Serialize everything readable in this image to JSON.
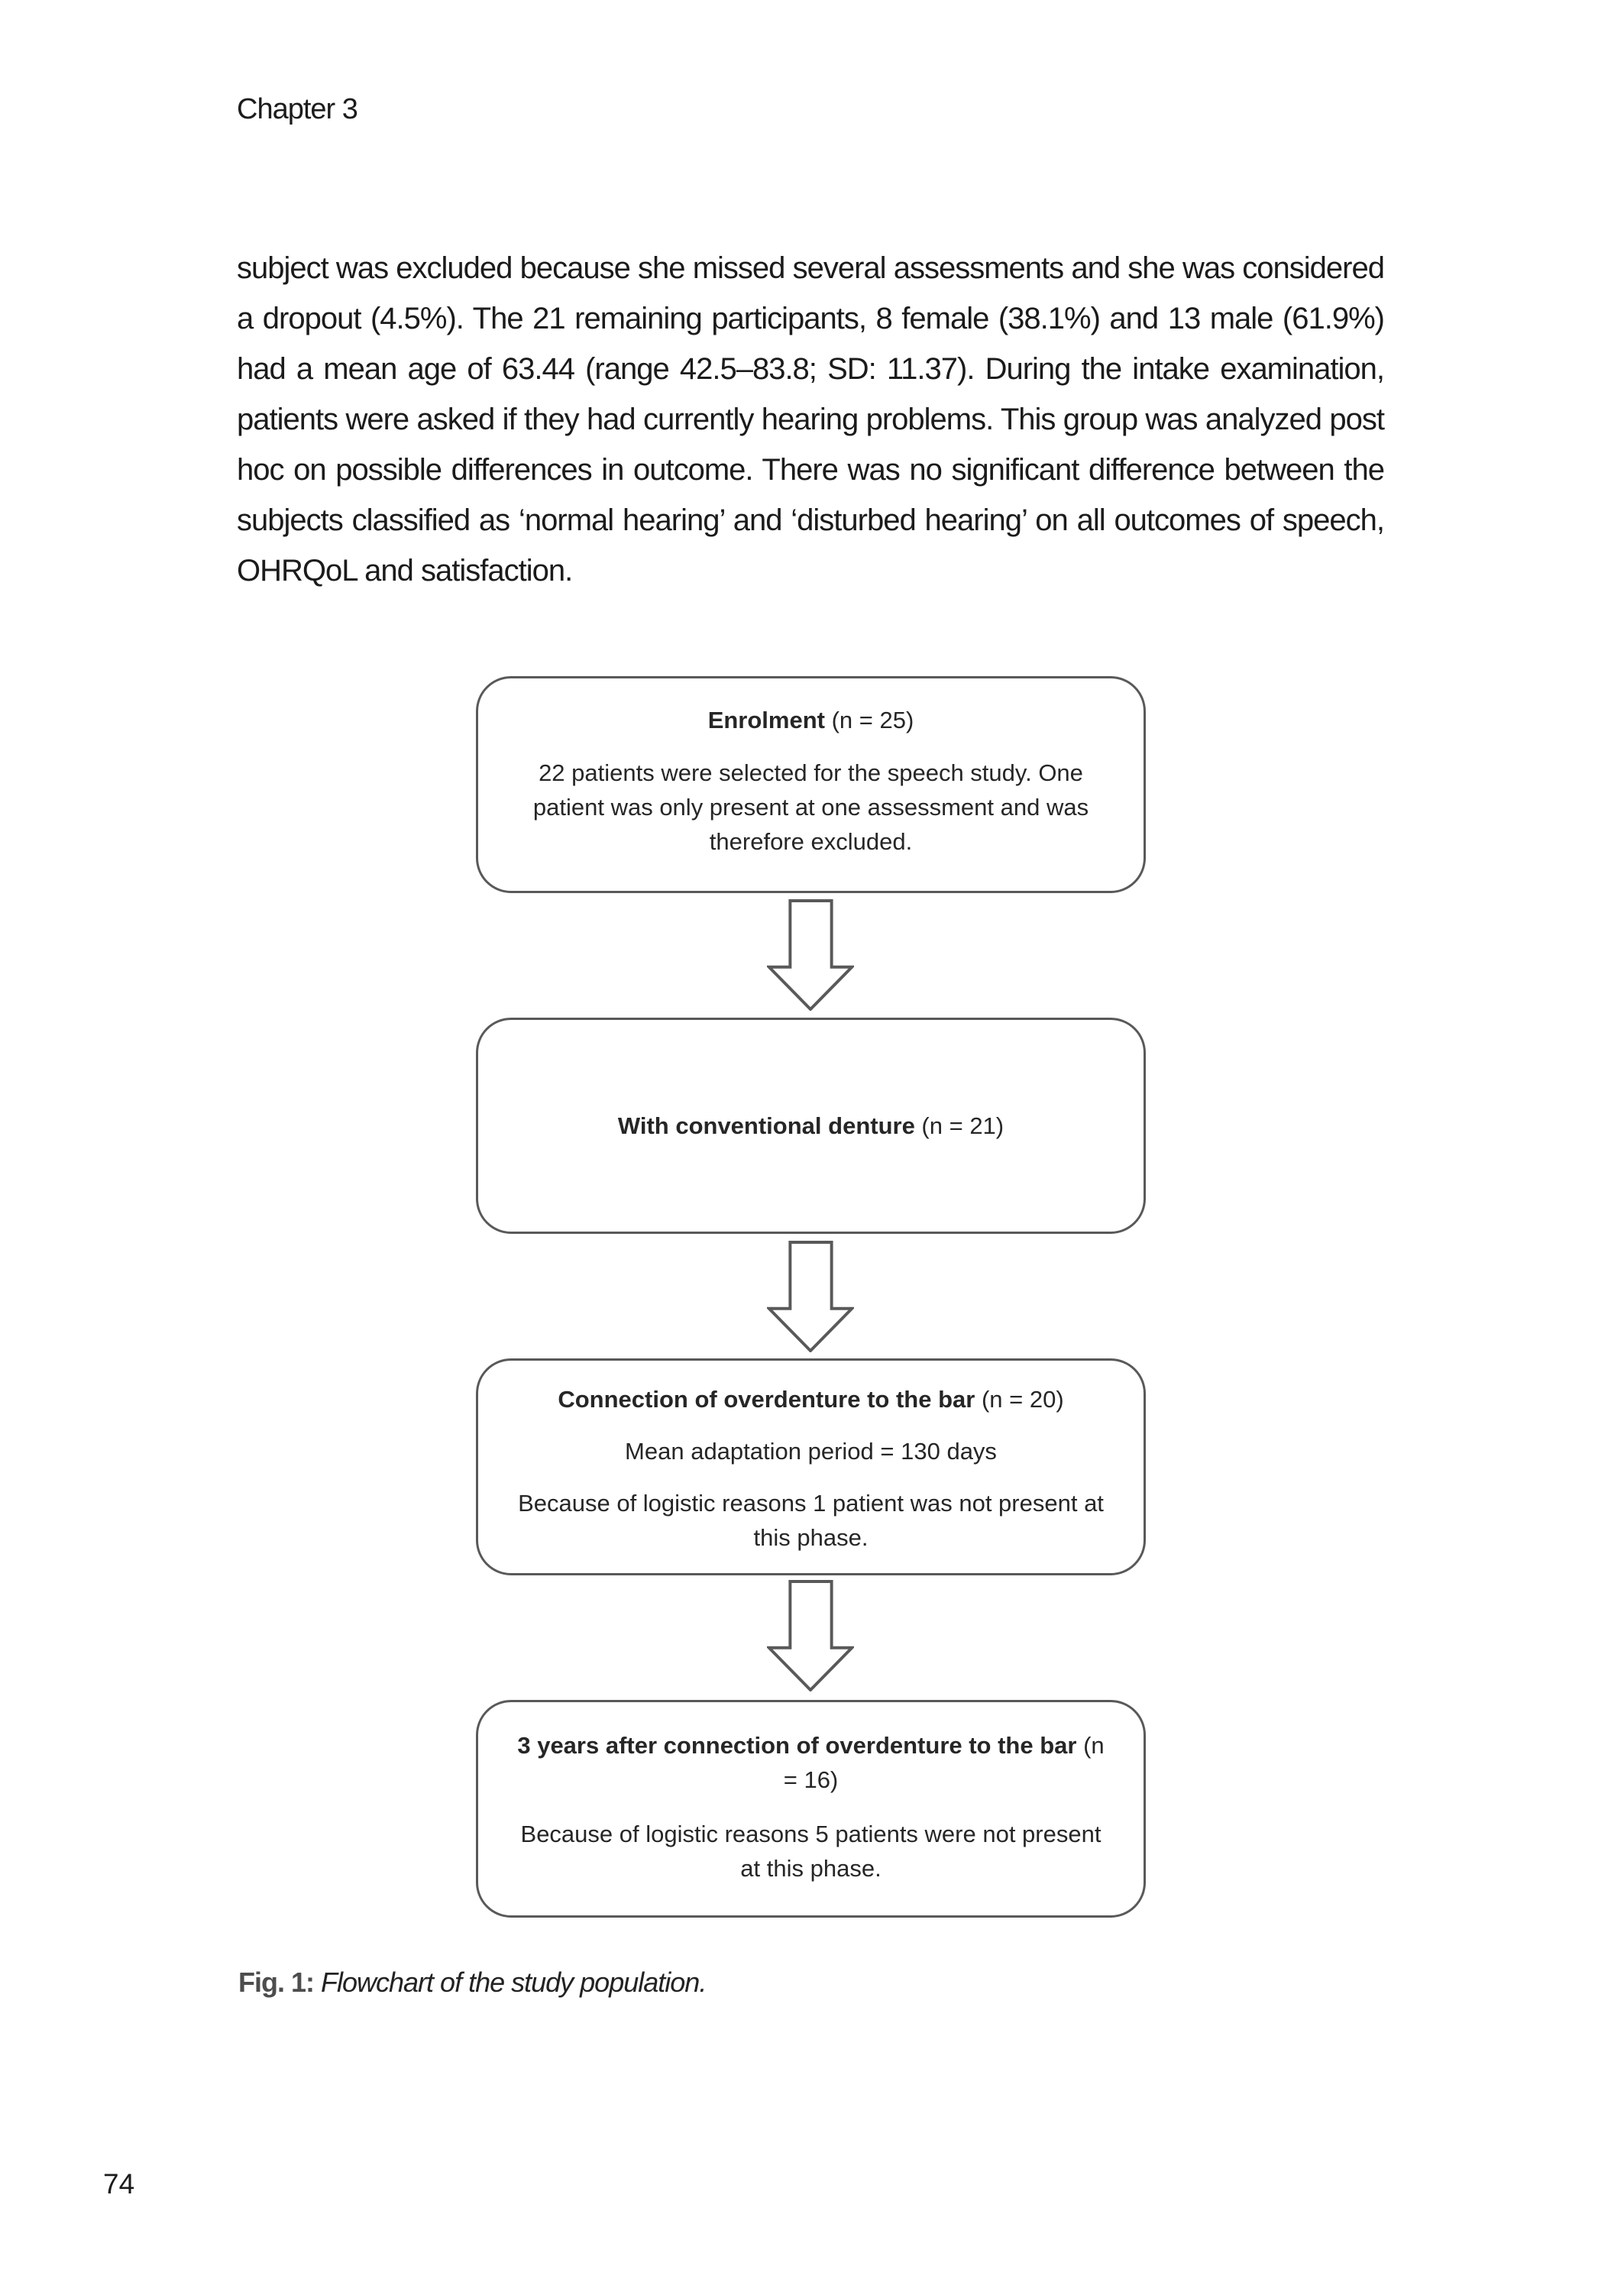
{
  "page": {
    "chapter_header": "Chapter 3",
    "page_number": "74"
  },
  "body_paragraph": "subject was excluded because she missed several assessments and she was considered a dropout (4.5%). The 21 remaining participants, 8 female (38.1%) and 13 male (61.9%) had a mean age of 63.44 (range 42.5–83.8; SD: 11.37). During the intake examination, patients were asked if they had currently hearing problems. This group was analyzed post hoc on possible differences in outcome. There was no significant difference between the subjects classified as ‘normal hearing’ and ‘disturbed hearing’ on all outcomes of speech, OHRQoL and satisfaction.",
  "flowchart": {
    "boxes": [
      {
        "title_bold": "Enrolment",
        "title_rest": " (n = 25)",
        "body": "22 patients were selected for the speech study. One patient was only present at one assessment and was therefore excluded."
      },
      {
        "title_bold": "With conventional denture",
        "title_rest": " (n = 21)"
      },
      {
        "title_bold": "Connection of overdenture to the bar",
        "title_rest": " (n = 20)",
        "line": "Mean adaptation period = 130 days",
        "body": "Because of logistic reasons 1 patient was not present at this phase."
      },
      {
        "title_bold": "3 years after connection of overdenture to the bar",
        "title_rest": " (n = 16)",
        "body": "Because of logistic reasons 5 patients were not present at this phase."
      }
    ]
  },
  "caption": {
    "label": "Fig. 1:",
    "text": " Flowchart of the study population."
  }
}
